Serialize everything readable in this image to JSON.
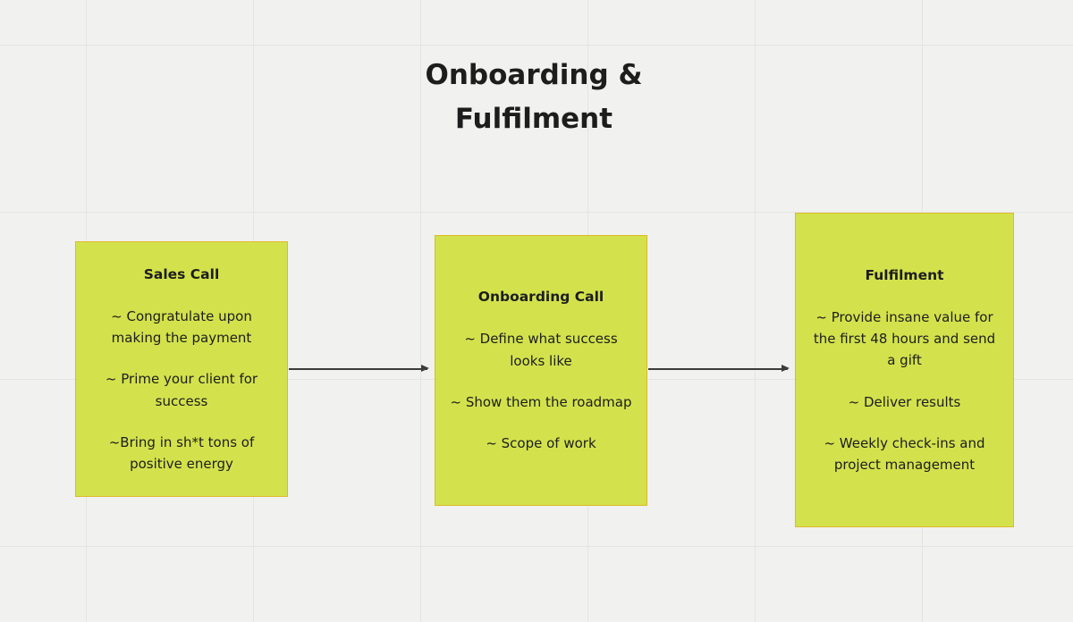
{
  "title": "Onboarding & Fulfilment",
  "nodes": [
    {
      "title": "Sales Call",
      "items": [
        "~ Congratulate upon making the payment",
        "~ Prime your client for success",
        "~Bring in sh*t tons of positive energy"
      ]
    },
    {
      "title": "Onboarding Call",
      "items": [
        "~ Define what success looks like",
        "~ Show them the roadmap",
        "~ Scope of work"
      ]
    },
    {
      "title": "Fulfilment",
      "items": [
        "~ Provide insane value for the first 48 hours and send a gift",
        "~ Deliver results",
        "~ Weekly check-ins and project management"
      ]
    }
  ],
  "connectors": [
    {
      "from": "Sales Call",
      "to": "Onboarding Call"
    },
    {
      "from": "Onboarding Call",
      "to": "Fulfilment"
    }
  ],
  "colors": {
    "canvas_bg": "#f1f1ef",
    "grid_line": "#e4e4e2",
    "node_fill": "#d3e24c",
    "node_border": "#ddba28",
    "text": "#1d1d1d",
    "arrow": "#3c3c3c"
  }
}
